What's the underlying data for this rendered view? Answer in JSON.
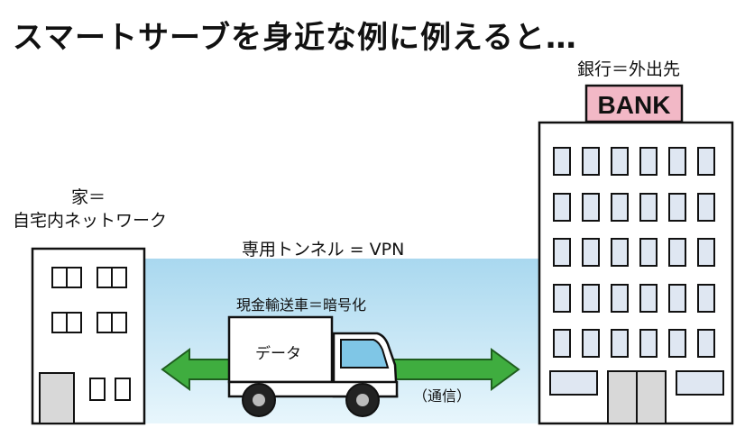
{
  "title": "スマートサーブを身近な例に例えると…",
  "home": {
    "label_line1": "家＝",
    "label_line2": "自宅内ネットワーク"
  },
  "bank": {
    "label": "銀行＝外出先",
    "sign": "BANK"
  },
  "tunnel": {
    "label": "専用トンネル = VPN"
  },
  "truck": {
    "label": "現金輸送車＝暗号化",
    "cargo": "データ"
  },
  "communication": {
    "label": "（通信）"
  },
  "colors": {
    "tunnel_top": "#a9d8ef",
    "tunnel_bottom": "#e4f4fb",
    "arrow_green": "#3fad3f",
    "bank_sign": "#f2b8c6",
    "window_fill": "#dfe7f2",
    "door_fill": "#d8d8d8"
  }
}
